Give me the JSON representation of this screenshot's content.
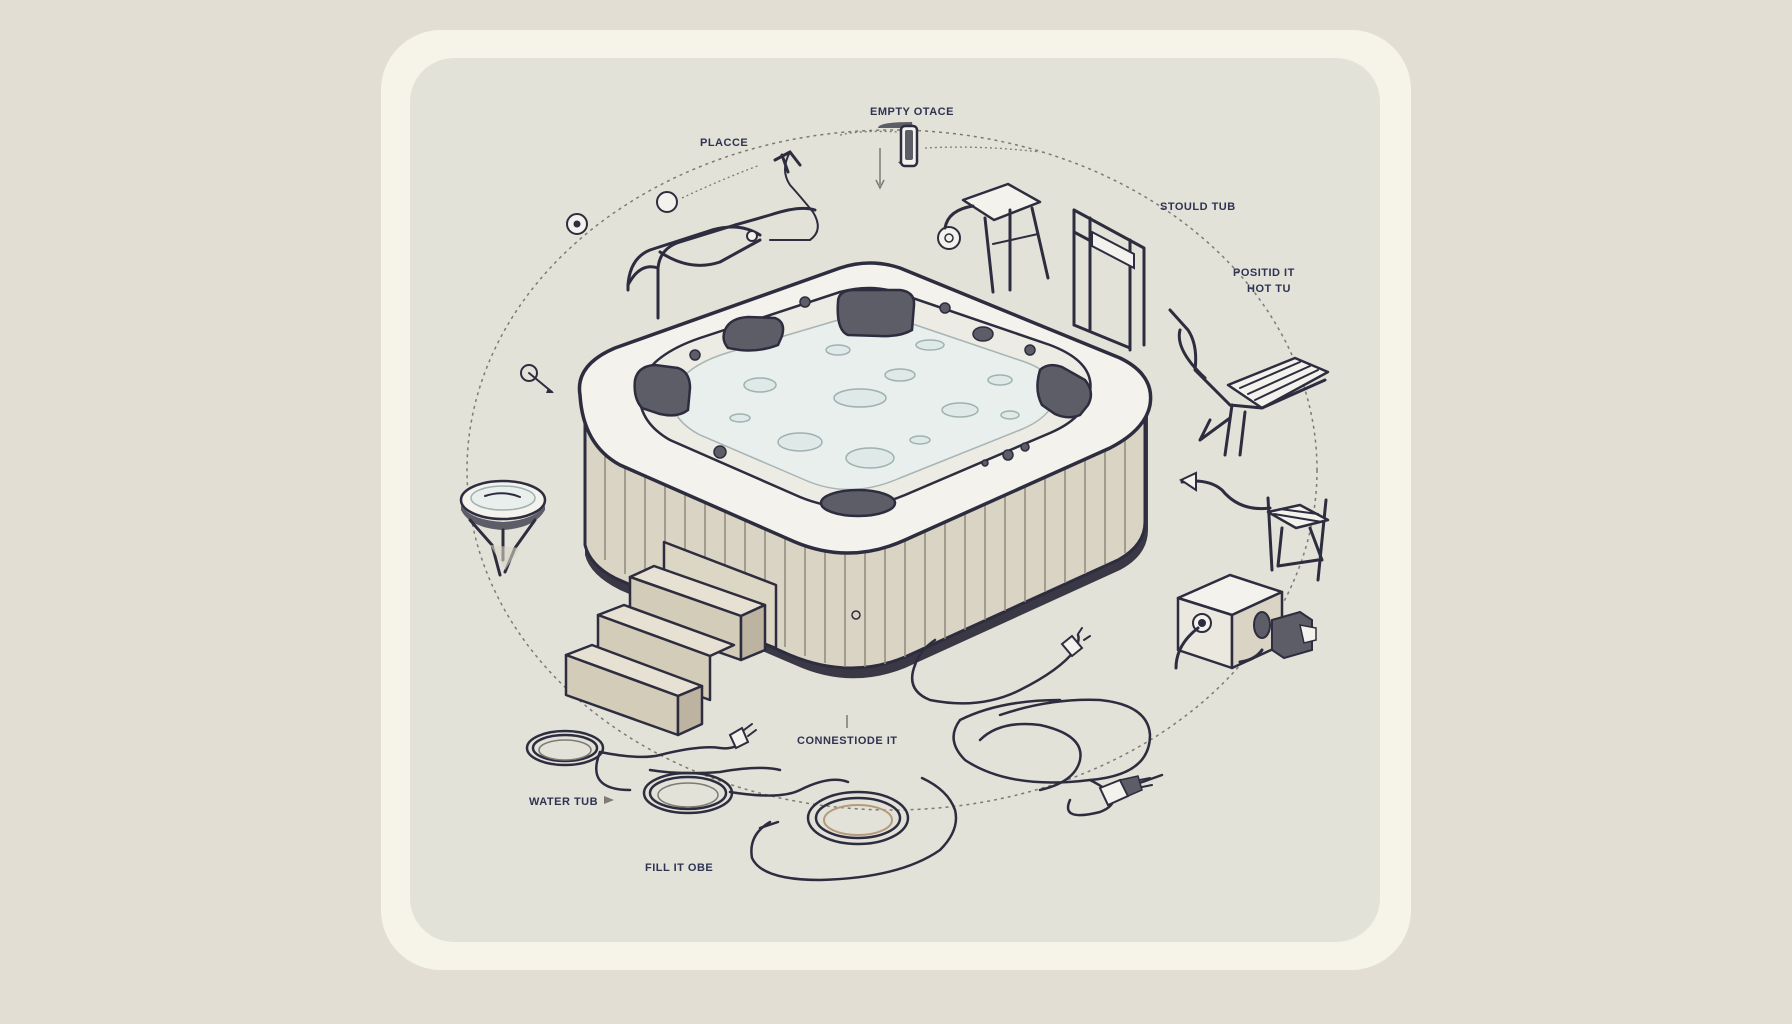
{
  "diagram": {
    "labels": {
      "empty_space": "EMPTY OTACE",
      "place": "PLACCE",
      "should_tub": "STOULD TUB",
      "position_line1": "POSITID IT",
      "position_line2": "HOT TU",
      "connect": "CONNESTIODE IT",
      "water_tub": "WATER TUB",
      "fill_it": "FILL IT OBE"
    },
    "items": [
      "hot-tub",
      "steps",
      "railing",
      "side-table",
      "stool",
      "shelf",
      "lounge-chair",
      "folding-chair",
      "pump-unit",
      "hose-coil",
      "power-cord"
    ],
    "colors": {
      "page_bg": "#e3ded3",
      "frame": "#f6f4e9",
      "panel": "#e2e2d9",
      "ink": "#2e2d3f",
      "tub_shell": "#f3f2ec",
      "tub_siding": "#d9d4c4",
      "water": "#e8efec",
      "headrest": "#5c5d67"
    }
  }
}
